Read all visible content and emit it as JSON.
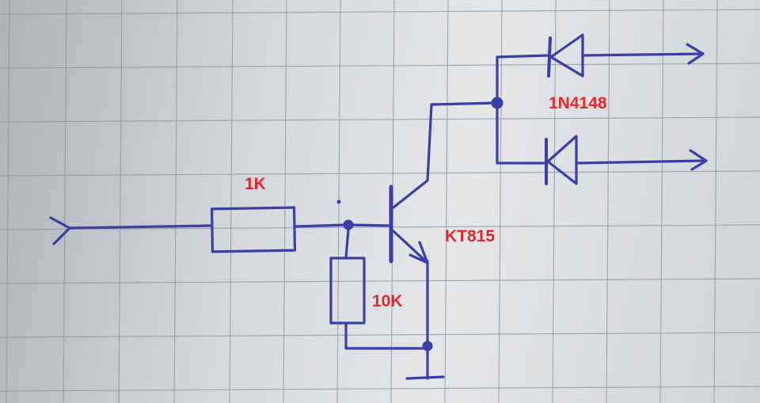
{
  "labels": {
    "r1": "1K",
    "r2": "10K",
    "transistor": "KT815",
    "diodes": "1N4148"
  },
  "colors": {
    "ink": "#3a3fa8",
    "label": "#e8262b",
    "grid": "#8e949b"
  }
}
